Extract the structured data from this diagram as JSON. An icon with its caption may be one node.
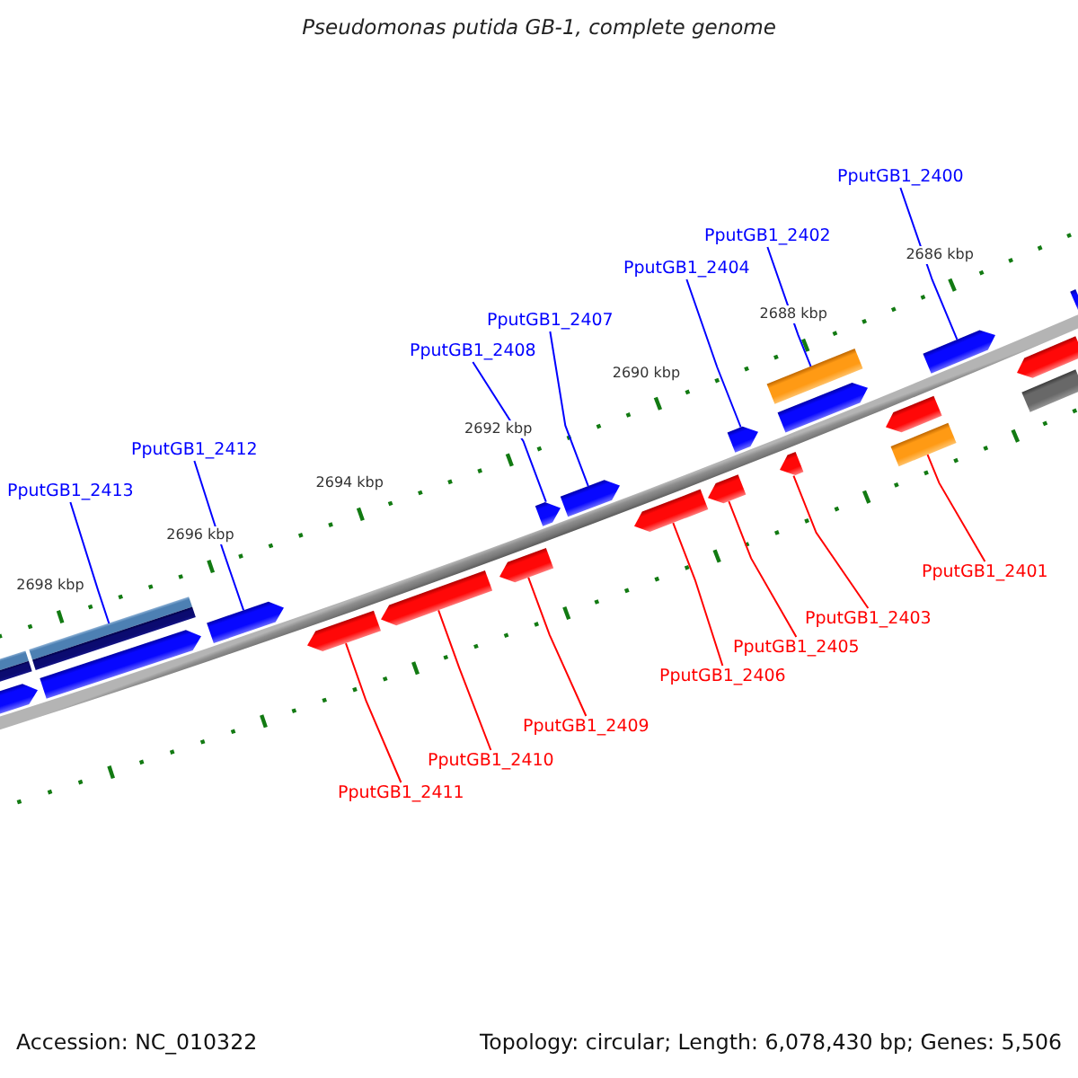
{
  "diagram": {
    "title": "Pseudomonas putida GB-1, complete genome",
    "nodes": [
      {
        "text": [
          "PputGB1_2400"
        ]
      },
      {
        "text": [
          "PputGB1_2402"
        ]
      },
      {
        "text": [
          "PputGB1_2404"
        ]
      },
      {
        "text": [
          "PputGB1_2407"
        ]
      },
      {
        "text": [
          "PputGB1_2408"
        ]
      },
      {
        "text": [
          "PputGB1_2412"
        ]
      },
      {
        "text": [
          "PputGB1_2413"
        ]
      },
      {
        "text": [
          "PputGB1_2401"
        ]
      },
      {
        "text": [
          "PputGB1_2403"
        ]
      },
      {
        "text": [
          "PputGB1_2405"
        ]
      },
      {
        "text": [
          "PputGB1_2406"
        ]
      },
      {
        "text": [
          "PputGB1_2409"
        ]
      },
      {
        "text": [
          "PputGB1_2410"
        ]
      },
      {
        "text": [
          "PputGB1_2411"
        ]
      },
      {
        "text": [],
        "shape": "bar"
      },
      {
        "text": [],
        "shape": "arrow"
      },
      {
        "text": [],
        "shape": "bar"
      },
      {
        "text": [],
        "shape": "arrow"
      },
      {
        "text": [],
        "shape": "arrow"
      },
      {
        "text": [],
        "shape": "arrow"
      },
      {
        "text": [],
        "shape": "arrow"
      },
      {
        "text": [],
        "shape": "arrow"
      },
      {
        "text": [],
        "shape": "bar"
      },
      {
        "text": [],
        "shape": "arrow"
      },
      {
        "text": [],
        "shape": "arrow"
      },
      {
        "text": [],
        "shape": "arrow"
      },
      {
        "text": [],
        "shape": "arrow"
      },
      {
        "text": [],
        "shape": "arrow"
      },
      {
        "text": [],
        "shape": "arrow"
      },
      {
        "text": [],
        "shape": "arrow"
      },
      {
        "text": [],
        "shape": "arrow"
      },
      {
        "text": [],
        "shape": "arrow"
      },
      {
        "text": [],
        "shape": "arrow"
      },
      {
        "text": [],
        "shape": "bar"
      },
      {
        "text": [],
        "shape": "arrow"
      },
      {
        "text": [],
        "shape": "bar"
      }
    ],
    "edges": [
      {
        "from": 0,
        "to": 24,
        "arrow": "none",
        "color": "#0000ff"
      },
      {
        "from": 1,
        "to": 22,
        "arrow": "none",
        "color": "#0000ff"
      },
      {
        "from": 2,
        "to": 21,
        "arrow": "none",
        "color": "#0000ff"
      },
      {
        "from": 3,
        "to": 20,
        "arrow": "none",
        "color": "#0000ff"
      },
      {
        "from": 4,
        "to": 19,
        "arrow": "none",
        "color": "#0000ff"
      },
      {
        "from": 5,
        "to": 18,
        "arrow": "none",
        "color": "#0000ff"
      },
      {
        "from": 6,
        "to": 16,
        "arrow": "none",
        "color": "#0000ff"
      },
      {
        "from": 7,
        "to": 33,
        "arrow": "none",
        "color": "#ff0000"
      },
      {
        "from": 8,
        "to": 31,
        "arrow": "none",
        "color": "#ff0000"
      },
      {
        "from": 9,
        "to": 30,
        "arrow": "none",
        "color": "#ff0000"
      },
      {
        "from": 10,
        "to": 29,
        "arrow": "none",
        "color": "#ff0000"
      },
      {
        "from": 11,
        "to": 28,
        "arrow": "none",
        "color": "#ff0000"
      },
      {
        "from": 12,
        "to": 27,
        "arrow": "none",
        "color": "#ff0000"
      },
      {
        "from": 13,
        "to": 26,
        "arrow": "none",
        "color": "#ff0000"
      }
    ],
    "labels": [
      "2686 kbp",
      "2688 kbp",
      "2690 kbp",
      "2692 kbp",
      "2694 kbp",
      "2696 kbp",
      "2698 kbp",
      "Accession: NC_010322",
      "Topology: circular; Length: 6,078,430 bp; Genes: 5,506"
    ]
  }
}
